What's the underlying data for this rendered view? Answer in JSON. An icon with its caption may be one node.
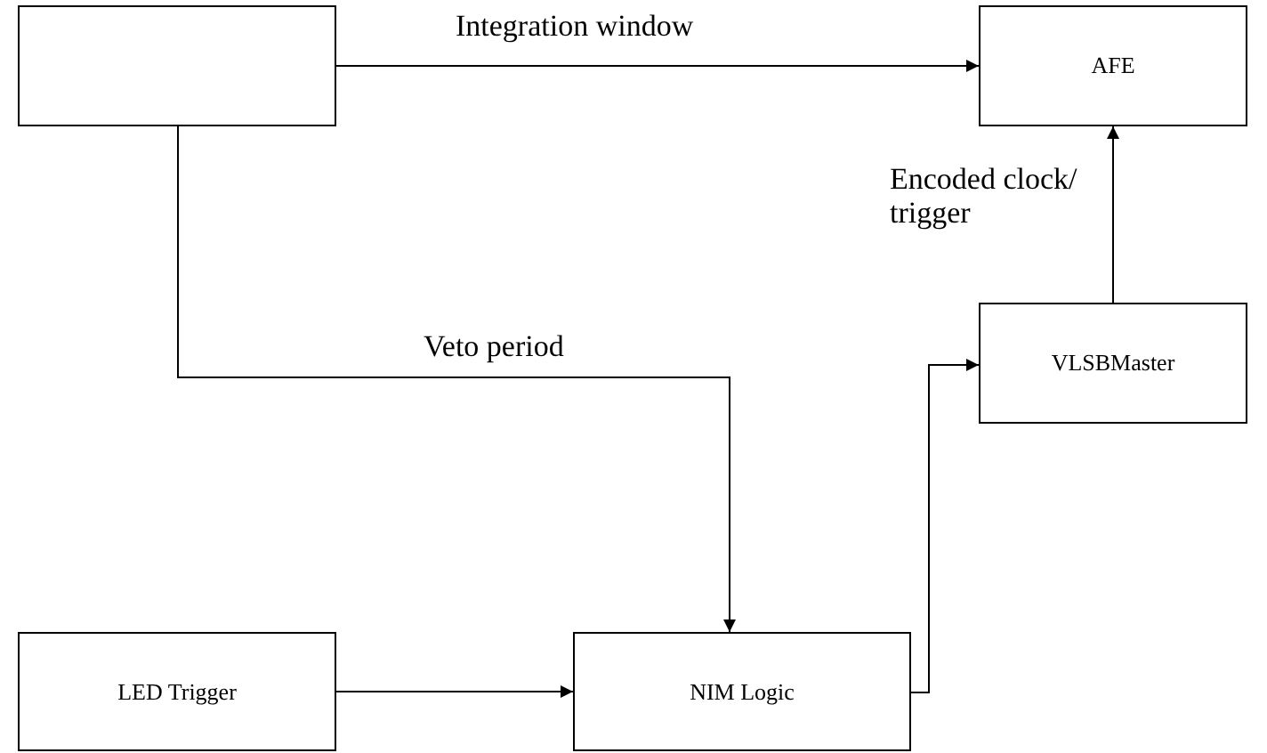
{
  "diagram": {
    "nodes": [
      {
        "text": [],
        "shape": "box"
      },
      {
        "text": [
          "AFE"
        ]
      },
      {
        "text": [
          "VLSBMaster"
        ]
      },
      {
        "text": [
          "LED Trigger"
        ]
      },
      {
        "text": [
          "NIM Logic"
        ]
      }
    ],
    "edges": [
      {
        "from": 0,
        "to": 1,
        "arrow": "to",
        "label": "Integration window"
      },
      {
        "from": 2,
        "to": 1,
        "arrow": "to",
        "label": "Encoded clock/ trigger"
      },
      {
        "from": 0,
        "to": 4,
        "arrow": "to",
        "label": "Veto period"
      },
      {
        "from": 3,
        "to": 4,
        "arrow": "to"
      },
      {
        "from": 4,
        "to": 2,
        "arrow": "to"
      }
    ]
  }
}
